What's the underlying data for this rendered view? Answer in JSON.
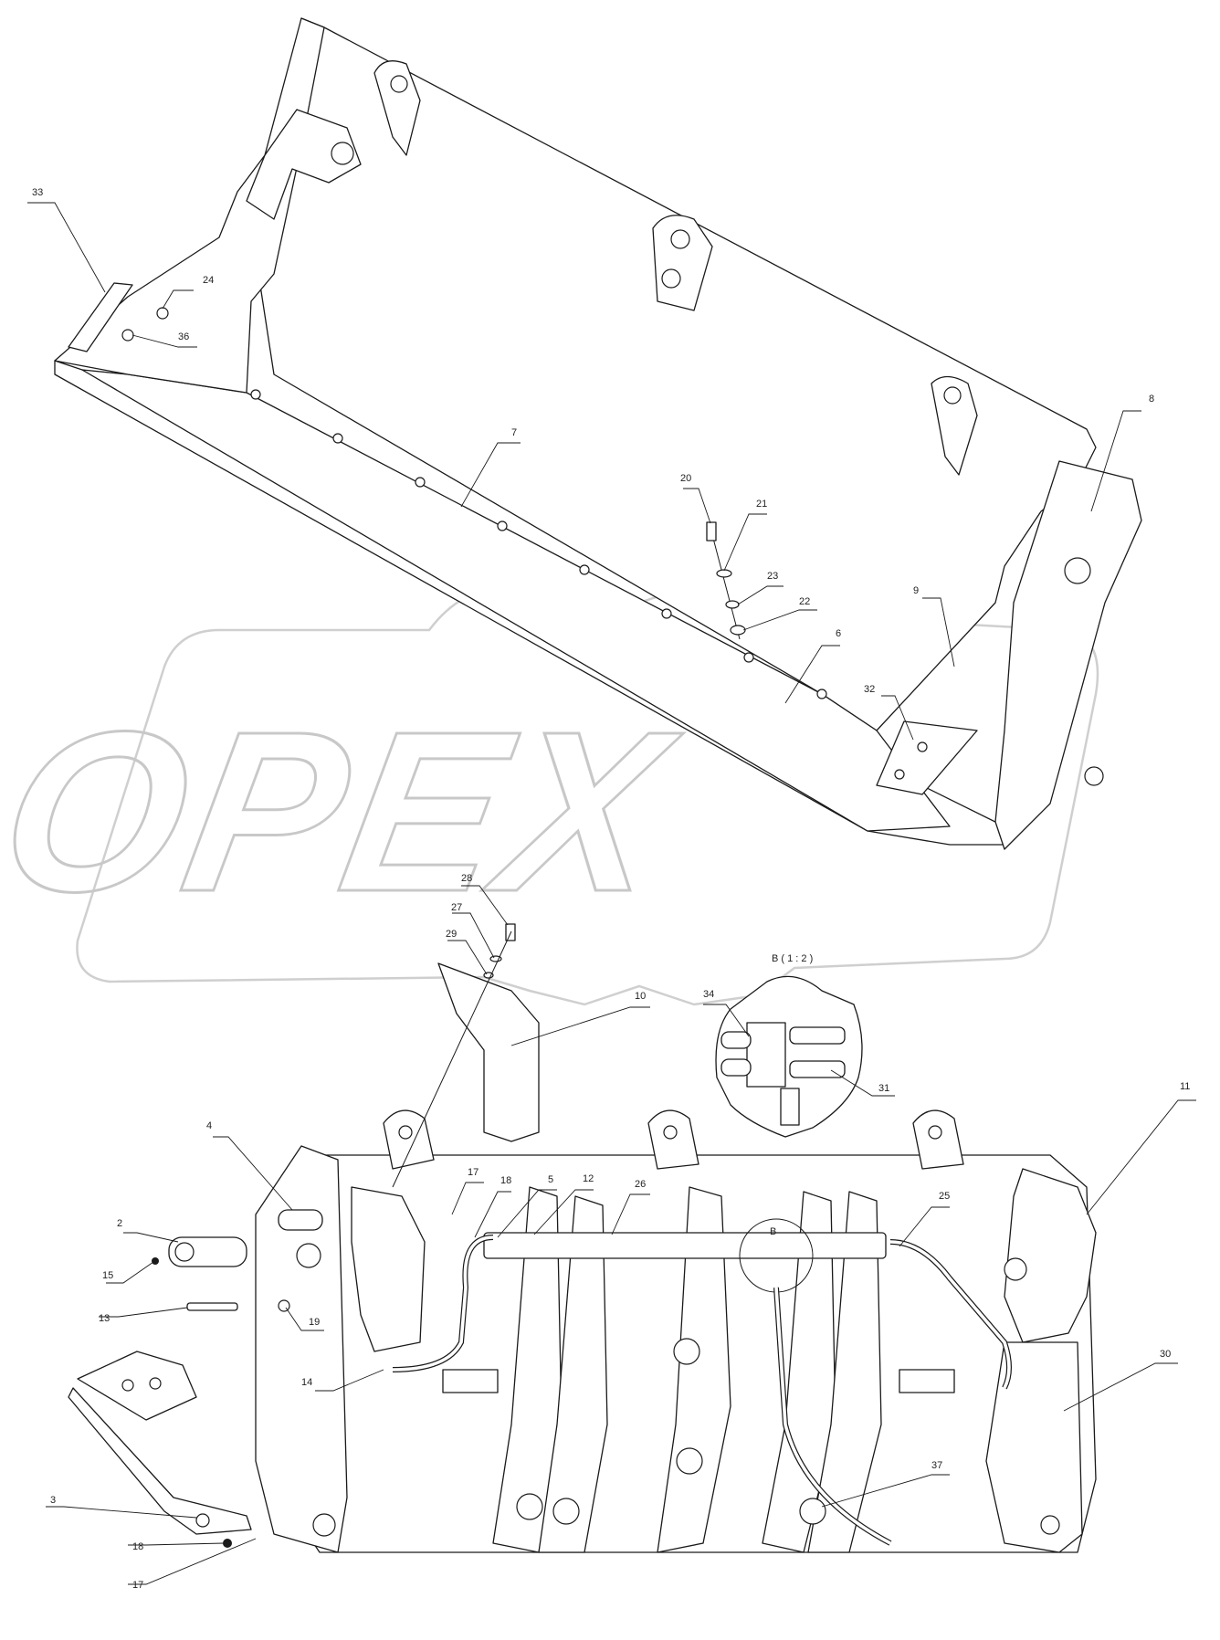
{
  "watermark": {
    "text": "OPEX"
  },
  "detail_view": {
    "label": "B ( 1 : 2 )",
    "mark_label": "B"
  },
  "callouts": [
    {
      "id": "c33",
      "label": "33"
    },
    {
      "id": "c24",
      "label": "24"
    },
    {
      "id": "c36",
      "label": "36"
    },
    {
      "id": "c7",
      "label": "7"
    },
    {
      "id": "c20",
      "label": "20"
    },
    {
      "id": "c21",
      "label": "21"
    },
    {
      "id": "c23",
      "label": "23"
    },
    {
      "id": "c22",
      "label": "22"
    },
    {
      "id": "c6",
      "label": "6"
    },
    {
      "id": "c8",
      "label": "8"
    },
    {
      "id": "c9",
      "label": "9"
    },
    {
      "id": "c32",
      "label": "32"
    },
    {
      "id": "c28",
      "label": "28"
    },
    {
      "id": "c27",
      "label": "27"
    },
    {
      "id": "c29",
      "label": "29"
    },
    {
      "id": "c10",
      "label": "10"
    },
    {
      "id": "c34",
      "label": "34"
    },
    {
      "id": "c31",
      "label": "31"
    },
    {
      "id": "c11",
      "label": "11"
    },
    {
      "id": "c4",
      "label": "4"
    },
    {
      "id": "c17a",
      "label": "17"
    },
    {
      "id": "c18a",
      "label": "18"
    },
    {
      "id": "c5",
      "label": "5"
    },
    {
      "id": "c12",
      "label": "12"
    },
    {
      "id": "c26",
      "label": "26"
    },
    {
      "id": "c25",
      "label": "25"
    },
    {
      "id": "c2",
      "label": "2"
    },
    {
      "id": "c15",
      "label": "15"
    },
    {
      "id": "c13",
      "label": "13"
    },
    {
      "id": "c19",
      "label": "19"
    },
    {
      "id": "c14",
      "label": "14"
    },
    {
      "id": "c30",
      "label": "30"
    },
    {
      "id": "c37",
      "label": "37"
    },
    {
      "id": "c3",
      "label": "3"
    },
    {
      "id": "c18b",
      "label": "18"
    },
    {
      "id": "c17b",
      "label": "17"
    }
  ]
}
